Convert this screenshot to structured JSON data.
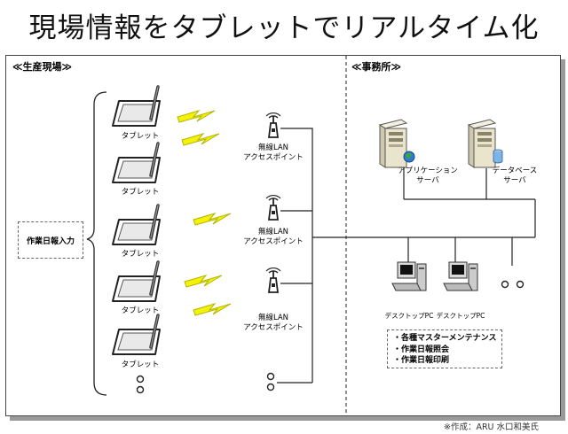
{
  "title": "現場情報をタブレットでリアルタイム化",
  "sections": {
    "field": "≪生産現場≫",
    "office": "≪事務所≫"
  },
  "tablet_label": "タブレット",
  "ap_label_1": "無線LAN",
  "ap_label_2": "アクセスポイント",
  "input_label": "作業日報入力",
  "servers": {
    "app_1": "アプリケーション",
    "app_2": "サーバ",
    "db_1": "データベース",
    "db_2": "サーバ"
  },
  "desktop_label": "デスクトップPC",
  "tasks": [
    "・各種マスターメンテナンス",
    "・作業日報照会",
    "・作業日報印刷"
  ],
  "credit": "※作成：ARU 水口和美氏",
  "colors": {
    "bolt": "#f2f20a",
    "bolt_stroke": "#b5b500",
    "line": "#222222",
    "shadow": "#9a9a9a"
  }
}
